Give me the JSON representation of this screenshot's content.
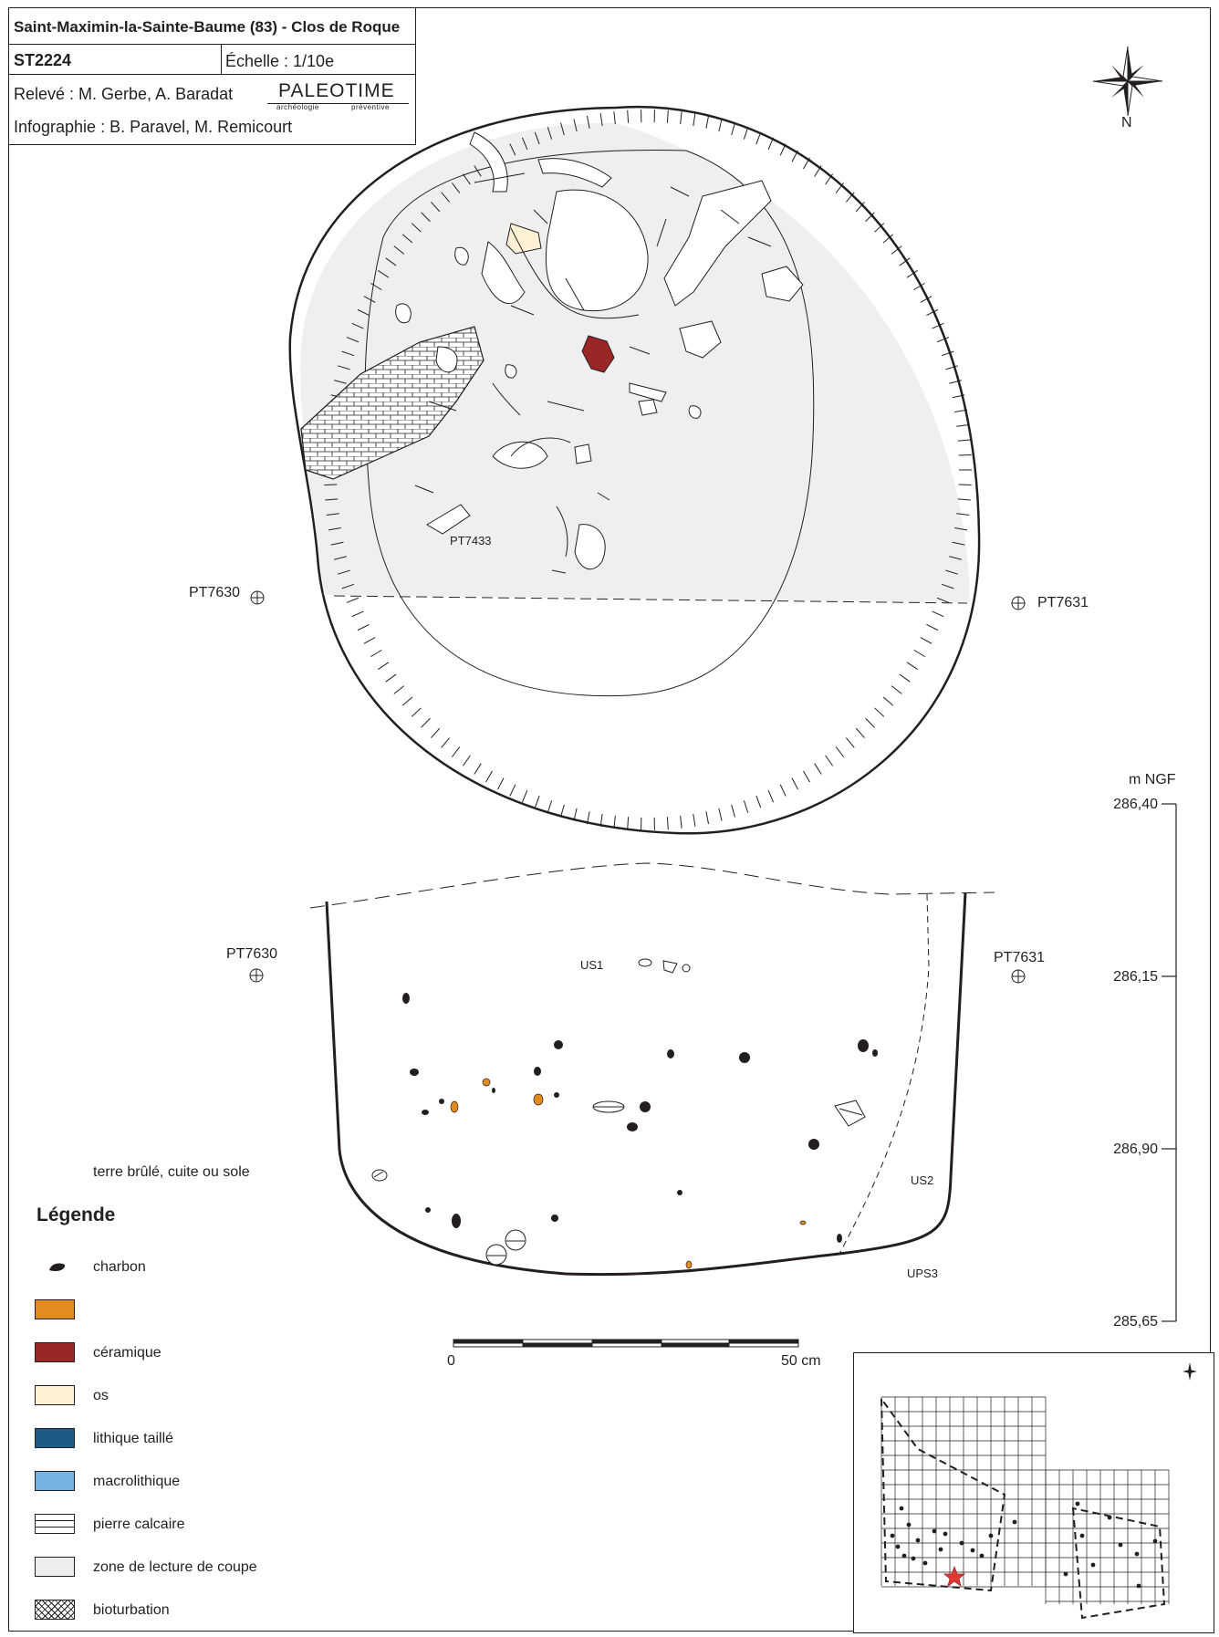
{
  "title_block": {
    "title": "Saint-Maximin-la-Sainte-Baume (83) - Clos de Roque",
    "structure_id": "ST2224",
    "scale": "Échelle : 1/10e",
    "survey": "Relevé : M. Gerbe, A. Baradat",
    "infography": "Infographie : B. Paravel, M. Remicourt",
    "logo_word": "PALEOTIME",
    "logo_sub_left": "archéologie",
    "logo_sub_right": "préventive"
  },
  "north_arrow": {
    "label": "N"
  },
  "plan": {
    "point_left": "PT7630",
    "point_right": "PT7631",
    "point_inner": "PT7433"
  },
  "section": {
    "point_left": "PT7630",
    "point_right": "PT7631",
    "unit_1": "US1",
    "unit_2": "US2",
    "unit_3": "UPS3"
  },
  "elevation_scale": {
    "unit": "m NGF",
    "ticks": [
      "286,40",
      "286,15",
      "286,90",
      "285,65"
    ]
  },
  "bar_scale": {
    "start": "0",
    "end": "50 cm"
  },
  "legend": {
    "heading_note": "terre brûlé, cuite ou sole",
    "title": "Légende",
    "items": [
      {
        "label": "charbon",
        "swatch": "charcoal",
        "color": "#231f20"
      },
      {
        "label": "",
        "swatch": "fill",
        "color": "#e38b1f"
      },
      {
        "label": "céramique",
        "swatch": "fill",
        "color": "#9b2626"
      },
      {
        "label": "os",
        "swatch": "fill",
        "color": "#fdf0d5"
      },
      {
        "label": "lithique taillé",
        "swatch": "fill",
        "color": "#1e5b84"
      },
      {
        "label": "macrolithique",
        "swatch": "fill",
        "color": "#75b3e3"
      },
      {
        "label": "pierre calcaire",
        "swatch": "brick",
        "color": "#ffffff"
      },
      {
        "label": "zone de lecture de coupe",
        "swatch": "fill",
        "color": "#eeeeee"
      },
      {
        "label": "bioturbation",
        "swatch": "crosshatch",
        "color": "#ffffff"
      }
    ]
  }
}
